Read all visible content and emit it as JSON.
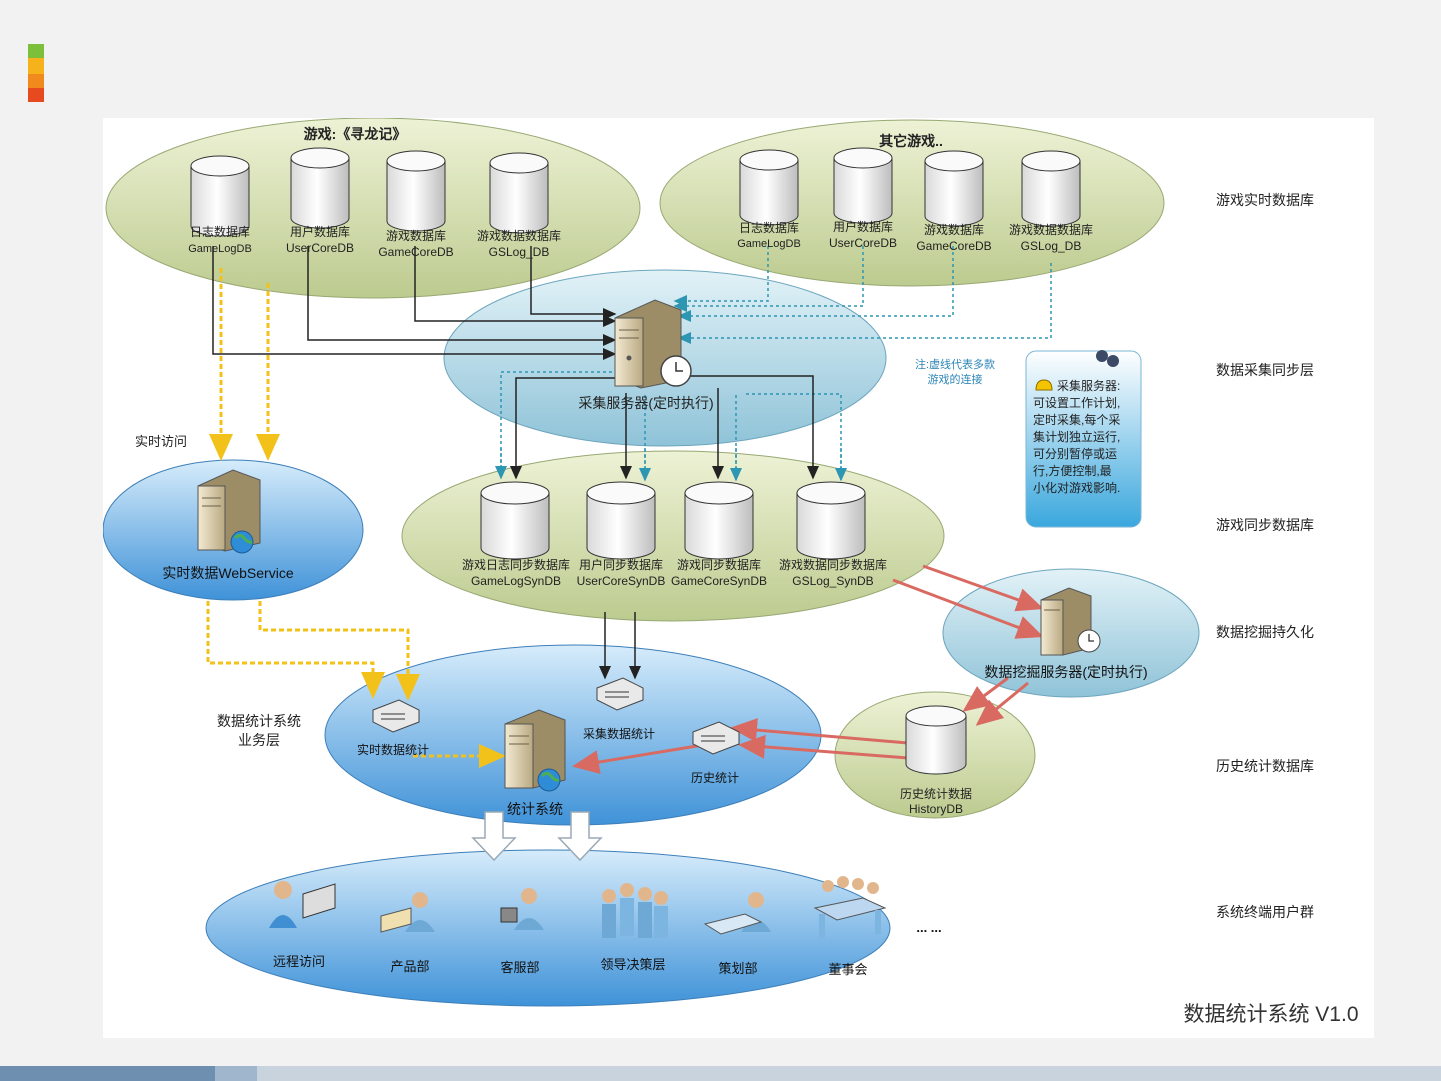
{
  "colors": {
    "green_top": "#e6ecc8",
    "green_bot": "#bfce95",
    "blue_top": "#d8eef5",
    "blue_bot": "#8fc2d8",
    "deep_top": "#c6e4fb",
    "deep_bot": "#3b8fd6",
    "red_arrow": "#d96a62",
    "yellow_line": "#f2c21a",
    "dark_line": "#222222",
    "teal_dash": "#2d96b3"
  },
  "labels": {
    "game_title": "游戏:《寻龙记》",
    "other_games": "其它游戏..",
    "db_log": "日志数据库",
    "db_log_en": "GameLogDB",
    "db_user": "用户数据库",
    "db_user_en": "UserCoreDB",
    "db_game": "游戏数据库",
    "db_game_en": "GameCoreDB",
    "db_gslog": "游戏数据数据库",
    "db_gslog_en": "GSLog_DB",
    "collector": "采集服务器(定时执行)",
    "dashed_note_1": "注:虚线代表多款",
    "dashed_note_2": "游戏的连接",
    "note_lines": [
      "采集服务器:",
      "可设置工作计划,",
      "定时采集,每个采",
      "集计划独立运行,",
      "可分别暂停或运",
      "行,方便控制,最",
      "小化对游戏影响."
    ],
    "realtime_access": "实时访问",
    "webservice": "实时数据WebService",
    "sync_log": "游戏日志同步数据库",
    "sync_log_en": "GameLogSynDB",
    "sync_user": "用户同步数据库",
    "sync_user_en": "UserCoreSynDB",
    "sync_game": "游戏同步数据库",
    "sync_game_en": "GameCoreSynDB",
    "sync_gslog": "游戏数据同步数据库",
    "sync_gslog_en": "GSLog_SynDB",
    "mining": "数据挖掘服务器(定时执行)",
    "biz_layer_1": "数据统计系统",
    "biz_layer_2": "业务层",
    "rt_stat": "实时数据统计",
    "collect_stat": "采集数据统计",
    "hist_stat": "历史统计",
    "stat_system": "统计系统",
    "history_db": "历史统计数据",
    "history_db_en": "HistoryDB",
    "users": [
      "远程访问",
      "产品部",
      "客服部",
      "领导决策层",
      "策划部",
      "董事会"
    ],
    "ellipsis": "... ...",
    "version": "数据统计系统 V1.0"
  },
  "layers": [
    "游戏实时数据库",
    "数据采集同步层",
    "游戏同步数据库",
    "数据挖掘持久化",
    "历史统计数据库",
    "系统终端用户群"
  ]
}
